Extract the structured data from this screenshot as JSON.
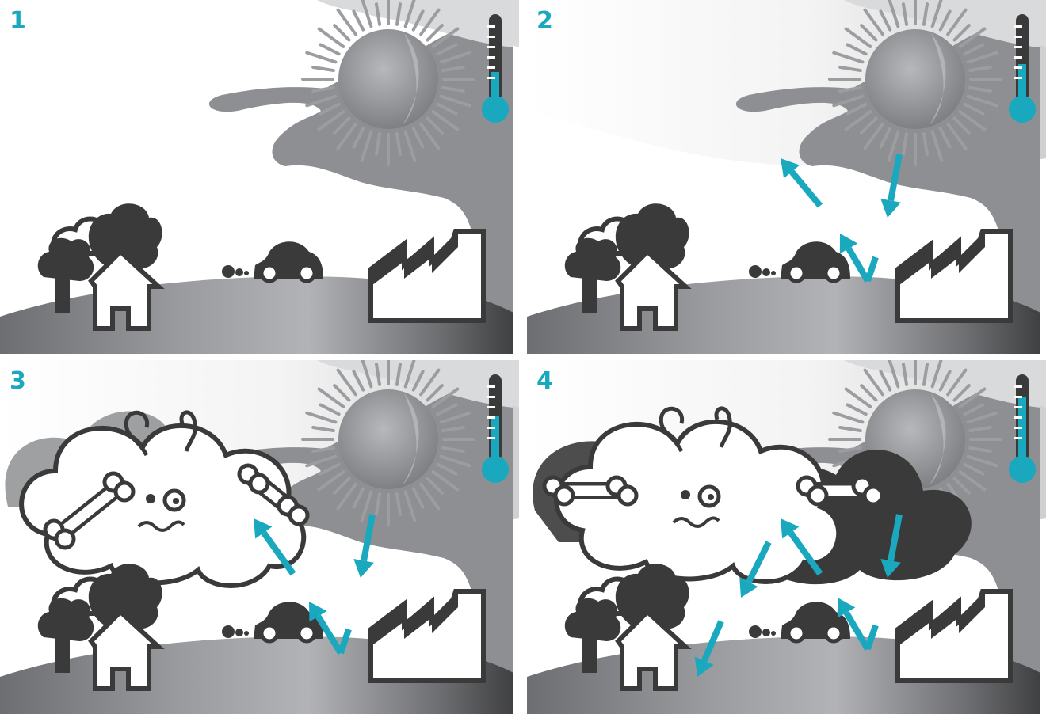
{
  "colors": {
    "accent": "#1aa8be",
    "dark": "#3a3a3b",
    "ground_mid": "#a4a5a8",
    "sky_grey": "#d9dadb",
    "smoke_grey": "#8e8f92",
    "sun_grey": "#9c9da0",
    "background": "#ffffff"
  },
  "panels": [
    {
      "number": "1",
      "thermometer_level": 0.35,
      "clouds": "none",
      "reflected_arrows": 0
    },
    {
      "number": "2",
      "thermometer_level": 0.45,
      "clouds": "none",
      "reflected_arrows": 1
    },
    {
      "number": "3",
      "thermometer_level": 0.55,
      "clouds": "one",
      "reflected_arrows": 1
    },
    {
      "number": "4",
      "thermometer_level": 0.8,
      "clouds": "two",
      "reflected_arrows": 2
    }
  ],
  "icons": [
    "sun-icon",
    "thermometer-icon",
    "factory-icon",
    "house-icon",
    "tree-icon",
    "car-icon",
    "cloud-character-icon",
    "arrow-icon"
  ]
}
